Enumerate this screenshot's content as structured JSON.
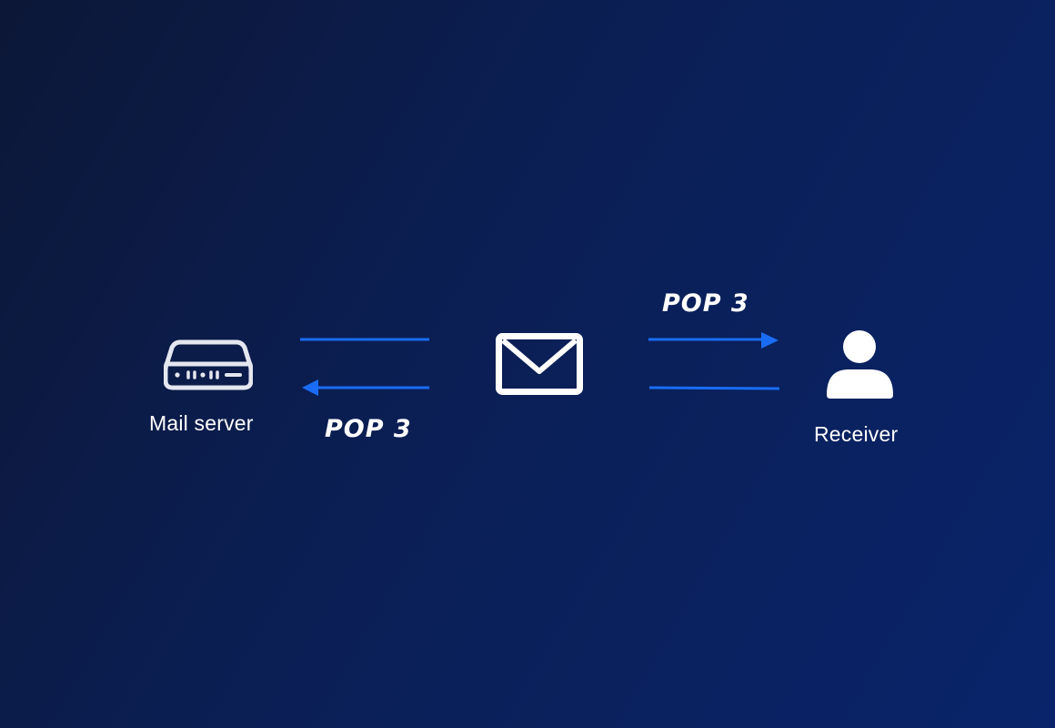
{
  "diagram": {
    "nodes": {
      "mail_server": {
        "label": "Mail server",
        "icon": "server-icon"
      },
      "message": {
        "icon": "envelope-icon"
      },
      "receiver": {
        "label": "Receiver",
        "icon": "user-icon"
      }
    },
    "protocol_labels": {
      "left": "POP 3",
      "right": "POP 3"
    },
    "colors": {
      "background_start": "#0c1737",
      "background_end": "#09246a",
      "arrow": "#1a6cf5",
      "icon": "#ffffff",
      "server_icon": "#e4e7f0"
    }
  }
}
